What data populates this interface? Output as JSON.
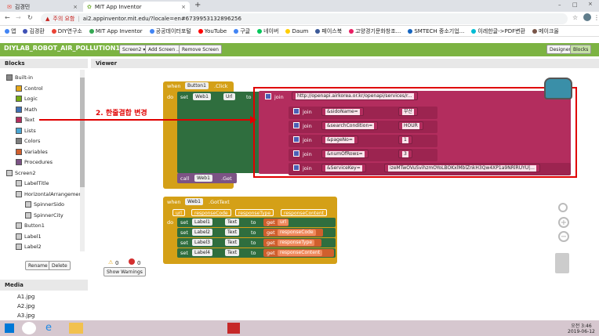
{
  "browser": {
    "tabs": [
      {
        "label": "김경민",
        "active": false
      },
      {
        "label": "MIT App Inventor",
        "active": true
      }
    ],
    "address": {
      "warning": "주의 요함",
      "url": "ai2.appinventor.mit.edu/?locale=en#6739953132896256"
    },
    "bookmarks": [
      {
        "label": "앱",
        "color": "#4285f4"
      },
      {
        "label": "김경환",
        "color": "#3f51b5"
      },
      {
        "label": "DIY연구소",
        "color": "#ea4335"
      },
      {
        "label": "MIT App Inventor",
        "color": "#34a853"
      },
      {
        "label": "공공데이터포털",
        "color": "#4285f4"
      },
      {
        "label": "YouTube",
        "color": "#ff0000"
      },
      {
        "label": "구글",
        "color": "#4285f4"
      },
      {
        "label": "네이버",
        "color": "#03c75a"
      },
      {
        "label": "Daum",
        "color": "#ffcd00"
      },
      {
        "label": "페이스북",
        "color": "#3b5998"
      },
      {
        "label": "고양경기문화창조...",
        "color": "#e91e63"
      },
      {
        "label": "SMTECH 중소기업...",
        "color": "#1565c0"
      },
      {
        "label": "이레한글->PDF변환",
        "color": "#00bcd4"
      },
      {
        "label": "메이크올",
        "color": "#795548"
      }
    ]
  },
  "app": {
    "project_title": "DIYLAB_ROBOT_AIR_POLLUTION1",
    "screen_dropdown": "Screen2 ▾",
    "add_screen": "Add Screen ...",
    "remove_screen": "Remove Screen",
    "designer": "Designer",
    "blocks": "Blocks"
  },
  "blocks_panel": {
    "title": "Blocks",
    "items": [
      {
        "label": "Built-in",
        "color": "#888888",
        "indent": 0
      },
      {
        "label": "Control",
        "color": "#e6a719",
        "indent": 1
      },
      {
        "label": "Logic",
        "color": "#77ab13",
        "indent": 1
      },
      {
        "label": "Math",
        "color": "#3f71b5",
        "indent": 1
      },
      {
        "label": "Text",
        "color": "#b32d5e",
        "indent": 1
      },
      {
        "label": "Lists",
        "color": "#49a6d4",
        "indent": 1
      },
      {
        "label": "Colors",
        "color": "#7d7d7d",
        "indent": 1
      },
      {
        "label": "Variables",
        "color": "#d05f2d",
        "indent": 1
      },
      {
        "label": "Procedures",
        "color": "#7c5385",
        "indent": 1
      },
      {
        "label": "Screen2",
        "color": "#cccccc",
        "indent": 0
      },
      {
        "label": "LabelTitle",
        "color": "#cccccc",
        "indent": 1
      },
      {
        "label": "HorizontalArrangemen",
        "color": "#cccccc",
        "indent": 1
      },
      {
        "label": "SpinnerSido",
        "color": "#cccccc",
        "indent": 2
      },
      {
        "label": "SpinnerCity",
        "color": "#cccccc",
        "indent": 2
      },
      {
        "label": "Button1",
        "color": "#cccccc",
        "indent": 1
      },
      {
        "label": "Label1",
        "color": "#cccccc",
        "indent": 1
      },
      {
        "label": "Label2",
        "color": "#cccccc",
        "indent": 1
      }
    ],
    "rename": "Rename",
    "delete": "Delete"
  },
  "viewer": {
    "title": "Viewer",
    "annotation": "2. 한줄결합 변경",
    "warnings_count": "0",
    "errors_count": "0",
    "show_warnings": "Show Warnings"
  },
  "media": {
    "title": "Media",
    "files": [
      "A1.jpg",
      "A2.jpg",
      "A3.jpg"
    ]
  },
  "block_when_click": {
    "when": "when",
    "component": "Button1",
    "event": ".Click",
    "do": "do",
    "set": "set",
    "target": "Web1",
    "property": "Url",
    "to": "to",
    "join": "join",
    "call": "call",
    "call_component": "Web1",
    "call_method": ".Get",
    "url_text": "http://openapi.airkorea.or.kr/openapi/services/r...",
    "rows": [
      {
        "join": "join",
        "a": "&sidoName=",
        "b": "부산"
      },
      {
        "join": "join",
        "a": "&searchCondition=",
        "b": "HOUR"
      },
      {
        "join": "join",
        "a": "&pageNo=",
        "b": "1"
      },
      {
        "join": "join",
        "a": "&numOfRows=",
        "b": "3"
      },
      {
        "join": "join",
        "a": "&ServiceKey=",
        "b": "izeMTwOVuSvihzmOYoLBOKxlMblZnkH3Qw4XP1a9NRlRUYU|..."
      }
    ]
  },
  "block_when_gottext": {
    "when": "when",
    "component": "Web1",
    "event": ".GotText",
    "params": [
      "url",
      "responseCode",
      "responseType",
      "responseContent"
    ],
    "do": "do",
    "sets": [
      {
        "set": "set",
        "label": "Label1",
        "prop": "Text",
        "to": "to",
        "get": "get",
        "var": "url"
      },
      {
        "set": "set",
        "label": "Label2",
        "prop": "Text",
        "to": "to",
        "get": "get",
        "var": "responseCode"
      },
      {
        "set": "set",
        "label": "Label3",
        "prop": "Text",
        "to": "to",
        "get": "get",
        "var": "responseType"
      },
      {
        "set": "set",
        "label": "Label4",
        "prop": "Text",
        "to": "to",
        "get": "get",
        "var": "responseContent"
      }
    ]
  },
  "taskbar": {
    "time": "오전 3:46",
    "date": "2019-06-12"
  }
}
